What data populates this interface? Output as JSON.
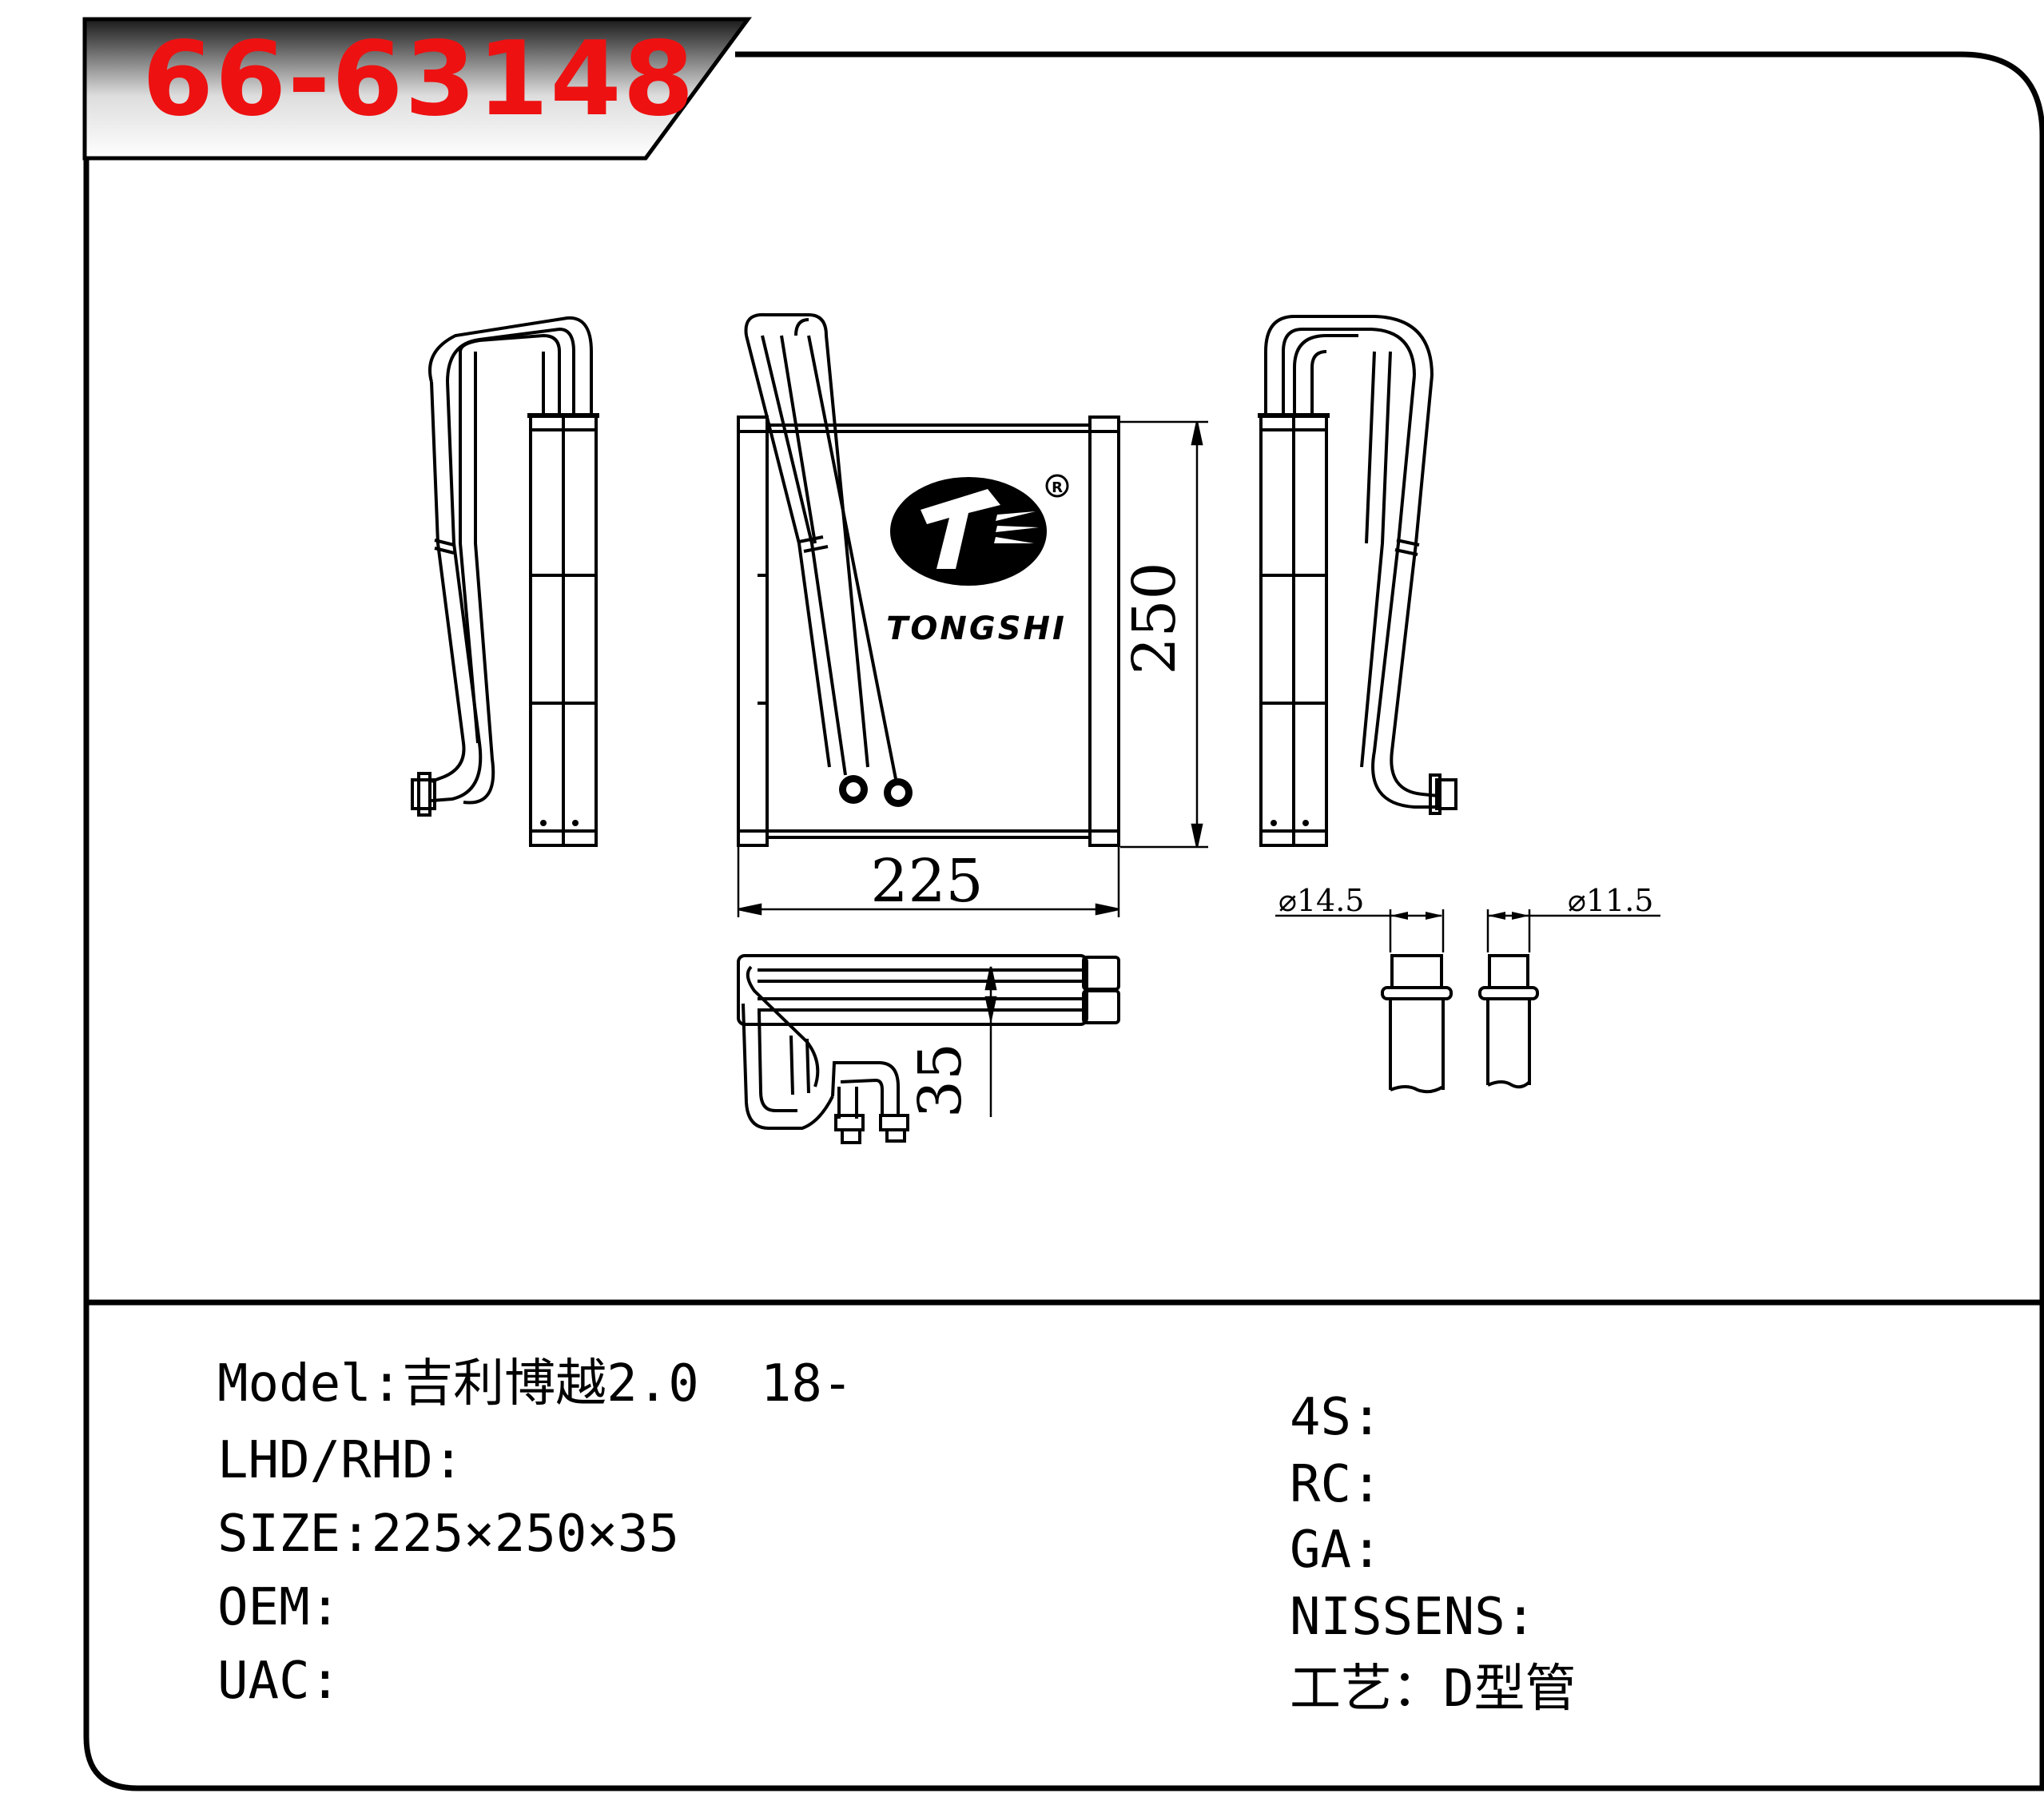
{
  "header": {
    "part_number": "66-63148",
    "part_number_color": "#ee1111",
    "tab_gradient_dark": "#1a1a1a",
    "tab_gradient_light": "#ffffff"
  },
  "drawing": {
    "brand_logo_text": "TONGSHI",
    "registered_mark": "R",
    "dim_width": "225",
    "dim_height": "250",
    "dim_depth": "35",
    "dim_pipe_left": "⌀14.5",
    "dim_pipe_right": "⌀11.5"
  },
  "specs_left": [
    {
      "key": "Model",
      "sep": ":",
      "value": "吉利博越2.0  18-"
    },
    {
      "key": "LHD/RHD",
      "sep": ":",
      "value": ""
    },
    {
      "key": "SIZE",
      "sep": ":",
      "value": "225×250×35"
    },
    {
      "key": "OEM",
      "sep": ":",
      "value": ""
    },
    {
      "key": "UAC",
      "sep": ":",
      "value": ""
    }
  ],
  "specs_right": [
    {
      "key": "4S",
      "sep": ":",
      "value": ""
    },
    {
      "key": "RC",
      "sep": ":",
      "value": ""
    },
    {
      "key": "GA",
      "sep": ":",
      "value": ""
    },
    {
      "key": "NISSENS",
      "sep": ":",
      "value": ""
    },
    {
      "key": "工艺",
      "sep": "：",
      "value": "D型管"
    }
  ]
}
